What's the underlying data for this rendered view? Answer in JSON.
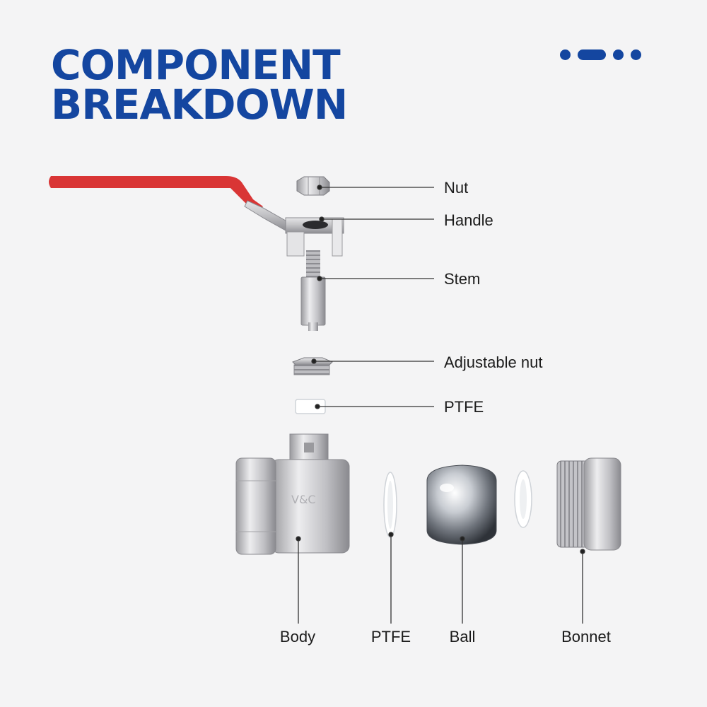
{
  "title": {
    "line1": "COMPONENT",
    "line2": "BREAKDOWN"
  },
  "pager": {
    "dots": 4,
    "active_index": 1
  },
  "brand_mark": "V&C",
  "colors": {
    "accent": "#1446a0",
    "handle_grip": "#d93535",
    "metal": "#c9c9cc",
    "ptfe": "#ffffff",
    "leader": "#333333"
  },
  "labels": {
    "nut": "Nut",
    "handle": "Handle",
    "stem": "Stem",
    "adjustable_nut": "Adjustable nut",
    "ptfe_top": "PTFE",
    "body": "Body",
    "ptfe_bottom": "PTFE",
    "ball": "Ball",
    "bonnet": "Bonnet"
  }
}
